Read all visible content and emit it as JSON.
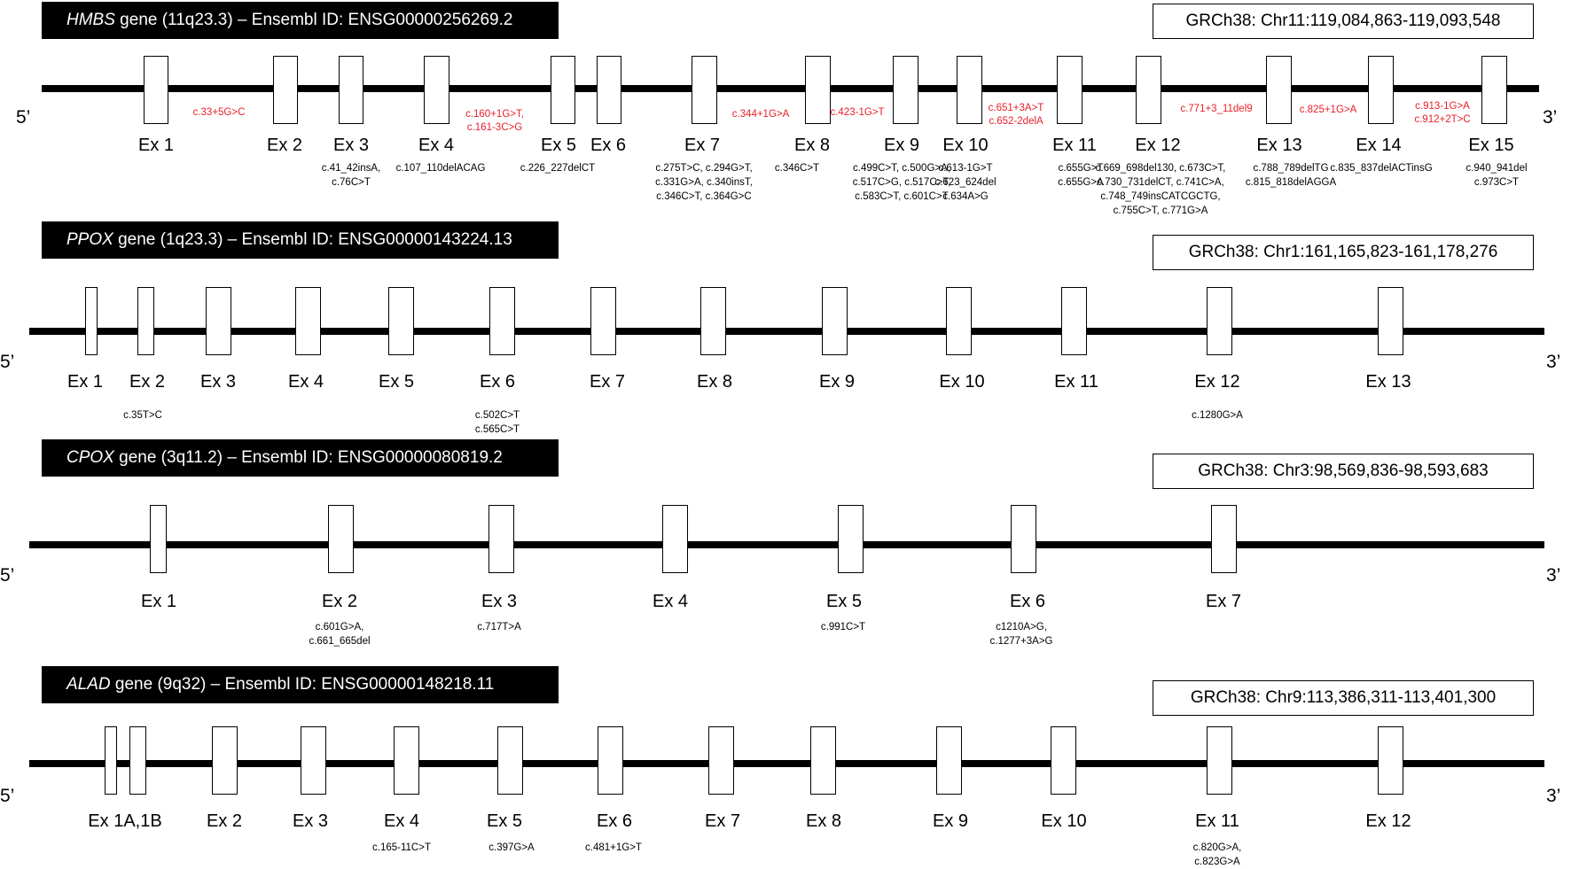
{
  "genes": [
    {
      "id": "hmbs",
      "symbol": "HMBS",
      "title_rest": " gene (11q23.3) – Ensembl ID: ENSG00000256269.2",
      "coord": "GRCh38: Chr11:119,084,863-119,093,548",
      "five": "5’",
      "three": "3’",
      "exons": [
        "Ex 1",
        "Ex 2",
        "Ex 3",
        "Ex 4",
        "Ex 5",
        "Ex 6",
        "Ex 7",
        "Ex 8",
        "Ex 9",
        "Ex 10",
        "Ex 11",
        "Ex 12",
        "Ex 13",
        "Ex 14",
        "Ex 15"
      ],
      "exonic_variants": [
        {
          "exon": 3,
          "lines": [
            "c.41_42insA,",
            "c.76C>T"
          ]
        },
        {
          "exon": 4,
          "lines": [
            "c.107_110delACAG"
          ]
        },
        {
          "exon": 5,
          "lines": [
            "c.226_227delCT"
          ]
        },
        {
          "exon": 7,
          "lines": [
            "c.275T>C, c.294G>T,",
            "c.331G>A, c.340insT,",
            "c.346C>T, c.364G>C"
          ]
        },
        {
          "exon": 8,
          "lines": [
            "c.346C>T"
          ]
        },
        {
          "exon": 9,
          "lines": [
            "c.499C>T, c.500G>A,",
            "c.517C>G, c.517C>T,",
            "c.583C>T, c.601C>T"
          ]
        },
        {
          "exon": 10,
          "lines": [
            "c.613-1G>T",
            "c.623_624del",
            "c.634A>G"
          ]
        },
        {
          "exon": 11,
          "lines": [
            "c.655G>T",
            "c.655G>A"
          ]
        },
        {
          "exon": 12,
          "lines": [
            "c.669_698del130, c.673C>T,",
            "c.730_731delCT, c.741C>A,",
            "c.748_749insCATCGCTG,",
            "c.755C>T, c.771G>A"
          ]
        },
        {
          "exon": 13,
          "lines": [
            "c.788_789delTG",
            "c.815_818delAGGA"
          ]
        },
        {
          "exon": 14,
          "lines": [
            "c.835_837delACTinsG"
          ]
        },
        {
          "exon": 15,
          "lines": [
            "c.940_941del",
            "c.973C>T"
          ]
        }
      ],
      "intronic_variants": [
        {
          "between": [
            1,
            2
          ],
          "lines": [
            "c.33+5G>C"
          ]
        },
        {
          "between": [
            4,
            5
          ],
          "lines": [
            "c.160+1G>T,",
            "c.161-3C>G"
          ]
        },
        {
          "between": [
            7,
            8
          ],
          "lines": [
            "c.344+1G>A"
          ]
        },
        {
          "between": [
            8,
            9
          ],
          "lines": [
            "c.423-1G>T"
          ]
        },
        {
          "between": [
            10,
            11
          ],
          "lines": [
            "c.651+3A>T",
            "c.652-2delA"
          ]
        },
        {
          "between": [
            12,
            13
          ],
          "lines": [
            "c.771+3_11del9"
          ]
        },
        {
          "between": [
            13,
            14
          ],
          "lines": [
            "c.825+1G>A"
          ]
        },
        {
          "between": [
            14,
            15
          ],
          "lines": [
            "c.913-1G>A",
            "c.912+2T>C"
          ]
        }
      ]
    },
    {
      "id": "ppox",
      "symbol": "PPOX",
      "title_rest": " gene (1q23.3) – Ensembl ID: ENSG00000143224.13",
      "coord": "GRCh38: Chr1:161,165,823-161,178,276",
      "five": "5’",
      "three": "3’",
      "exons": [
        "Ex 1",
        "Ex 2",
        "Ex 3",
        "Ex 4",
        "Ex 5",
        "Ex 6",
        "Ex 7",
        "Ex 8",
        "Ex 9",
        "Ex 10",
        "Ex 11",
        "Ex 12",
        "Ex 13"
      ],
      "exonic_variants": [
        {
          "exon": 2,
          "lines": [
            "c.35T>C"
          ]
        },
        {
          "exon": 6,
          "lines": [
            "c.502C>T",
            "c.565C>T"
          ]
        },
        {
          "exon": 12,
          "lines": [
            "c.1280G>A"
          ]
        }
      ],
      "intronic_variants": []
    },
    {
      "id": "cpox",
      "symbol": "CPOX",
      "title_rest": " gene (3q11.2) – Ensembl ID: ENSG00000080819.2",
      "coord": "GRCh38: Chr3:98,569,836-98,593,683",
      "five": "5’",
      "three": "3’",
      "exons": [
        "Ex 1",
        "Ex 2",
        "Ex 3",
        "Ex 4",
        "Ex 5",
        "Ex 6",
        "Ex 7"
      ],
      "exonic_variants": [
        {
          "exon": 2,
          "lines": [
            "c.601G>A,",
            "c.661_665del"
          ]
        },
        {
          "exon": 3,
          "lines": [
            "c.717T>A"
          ]
        },
        {
          "exon": 5,
          "lines": [
            "c.991C>T"
          ]
        },
        {
          "exon": 6,
          "lines": [
            "c1210A>G,",
            "c.1277+3A>G"
          ]
        }
      ],
      "intronic_variants": []
    },
    {
      "id": "alad",
      "symbol": "ALAD",
      "title_rest": " gene (9q32) – Ensembl ID: ENSG00000148218.11",
      "coord": "GRCh38: Chr9:113,386,311-113,401,300",
      "five": "5’",
      "three": "3’",
      "exons": [
        "Ex 1A,1B",
        "Ex 2",
        "Ex 3",
        "Ex 4",
        "Ex 5",
        "Ex 6",
        "Ex 7",
        "Ex 8",
        "Ex 9",
        "Ex 10",
        "Ex 11",
        "Ex 12"
      ],
      "exonic_variants": [
        {
          "exon": 4,
          "lines": [
            "c.165-11C>T"
          ]
        },
        {
          "exon": 5,
          "lines": [
            "c.397G>A"
          ]
        },
        {
          "exon": 6,
          "lines": [
            "c.481+1G>T"
          ]
        },
        {
          "exon": 11,
          "lines": [
            "c.820G>A,",
            "c.823G>A"
          ]
        }
      ],
      "intronic_variants": []
    }
  ]
}
